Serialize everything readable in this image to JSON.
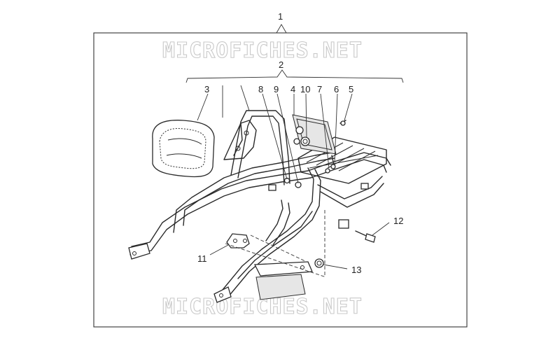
{
  "watermark": "MICROFICHES.NET",
  "callouts": {
    "c1": "1",
    "c2": "2",
    "c3": "3",
    "c4": "4",
    "c5": "5",
    "c6": "6",
    "c7": "7",
    "c8": "8",
    "c9": "9",
    "c10": "10",
    "c11": "11",
    "c12": "12",
    "c13": "13"
  },
  "colors": {
    "line": "#2a2a2a",
    "background": "#ffffff",
    "watermark_outline": "#c9c9c9"
  }
}
